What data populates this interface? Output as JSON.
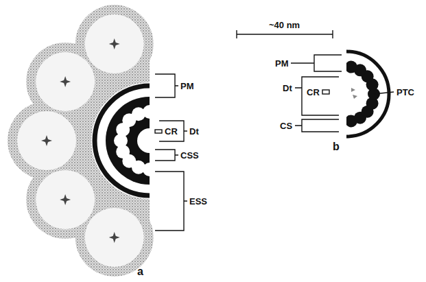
{
  "diagram": {
    "labels": [
      "~40 nm",
      "PM",
      "CR",
      "Dt",
      "CSS",
      "ESS",
      "a",
      "PM",
      "Dt",
      "CR",
      "CS",
      "PTC",
      "b"
    ]
  }
}
